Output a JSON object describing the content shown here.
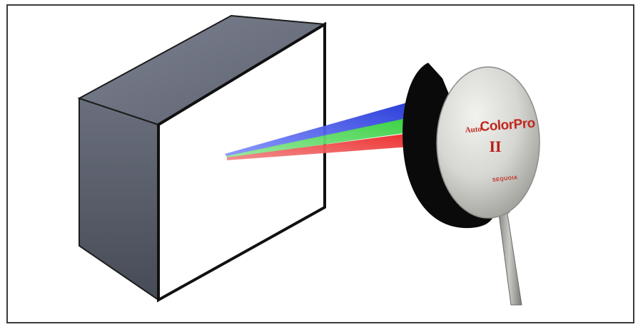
{
  "device": {
    "brand_prefix": "Auto",
    "brand_name": "ColorPro",
    "model": "II",
    "maker": "SEQUOIA"
  },
  "beam_colors": {
    "blue": "#2b3fd0",
    "green": "#3fbf3f",
    "red": "#e03030"
  },
  "colors": {
    "monitor_side": "#5c6170",
    "monitor_top": "#6f7482",
    "screen": "#ffffff",
    "sensor_body": "#d7d7d4",
    "sensor_shadow": "#0a0a0a",
    "logo_red": "#c0281e"
  }
}
